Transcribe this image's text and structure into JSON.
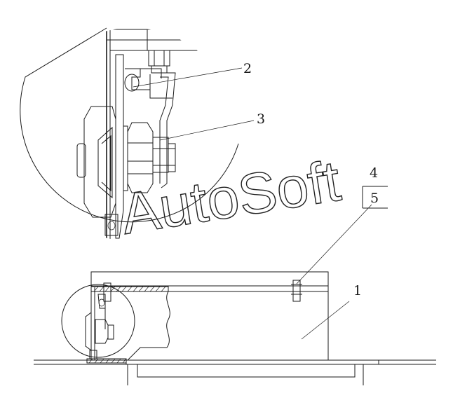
{
  "callouts": {
    "c1": "1",
    "c2": "2",
    "c3": "3",
    "c4": "4",
    "c5": "5"
  },
  "watermark": "AutoSoft",
  "colors": {
    "line": "#1a1a1a",
    "background": "#ffffff"
  }
}
